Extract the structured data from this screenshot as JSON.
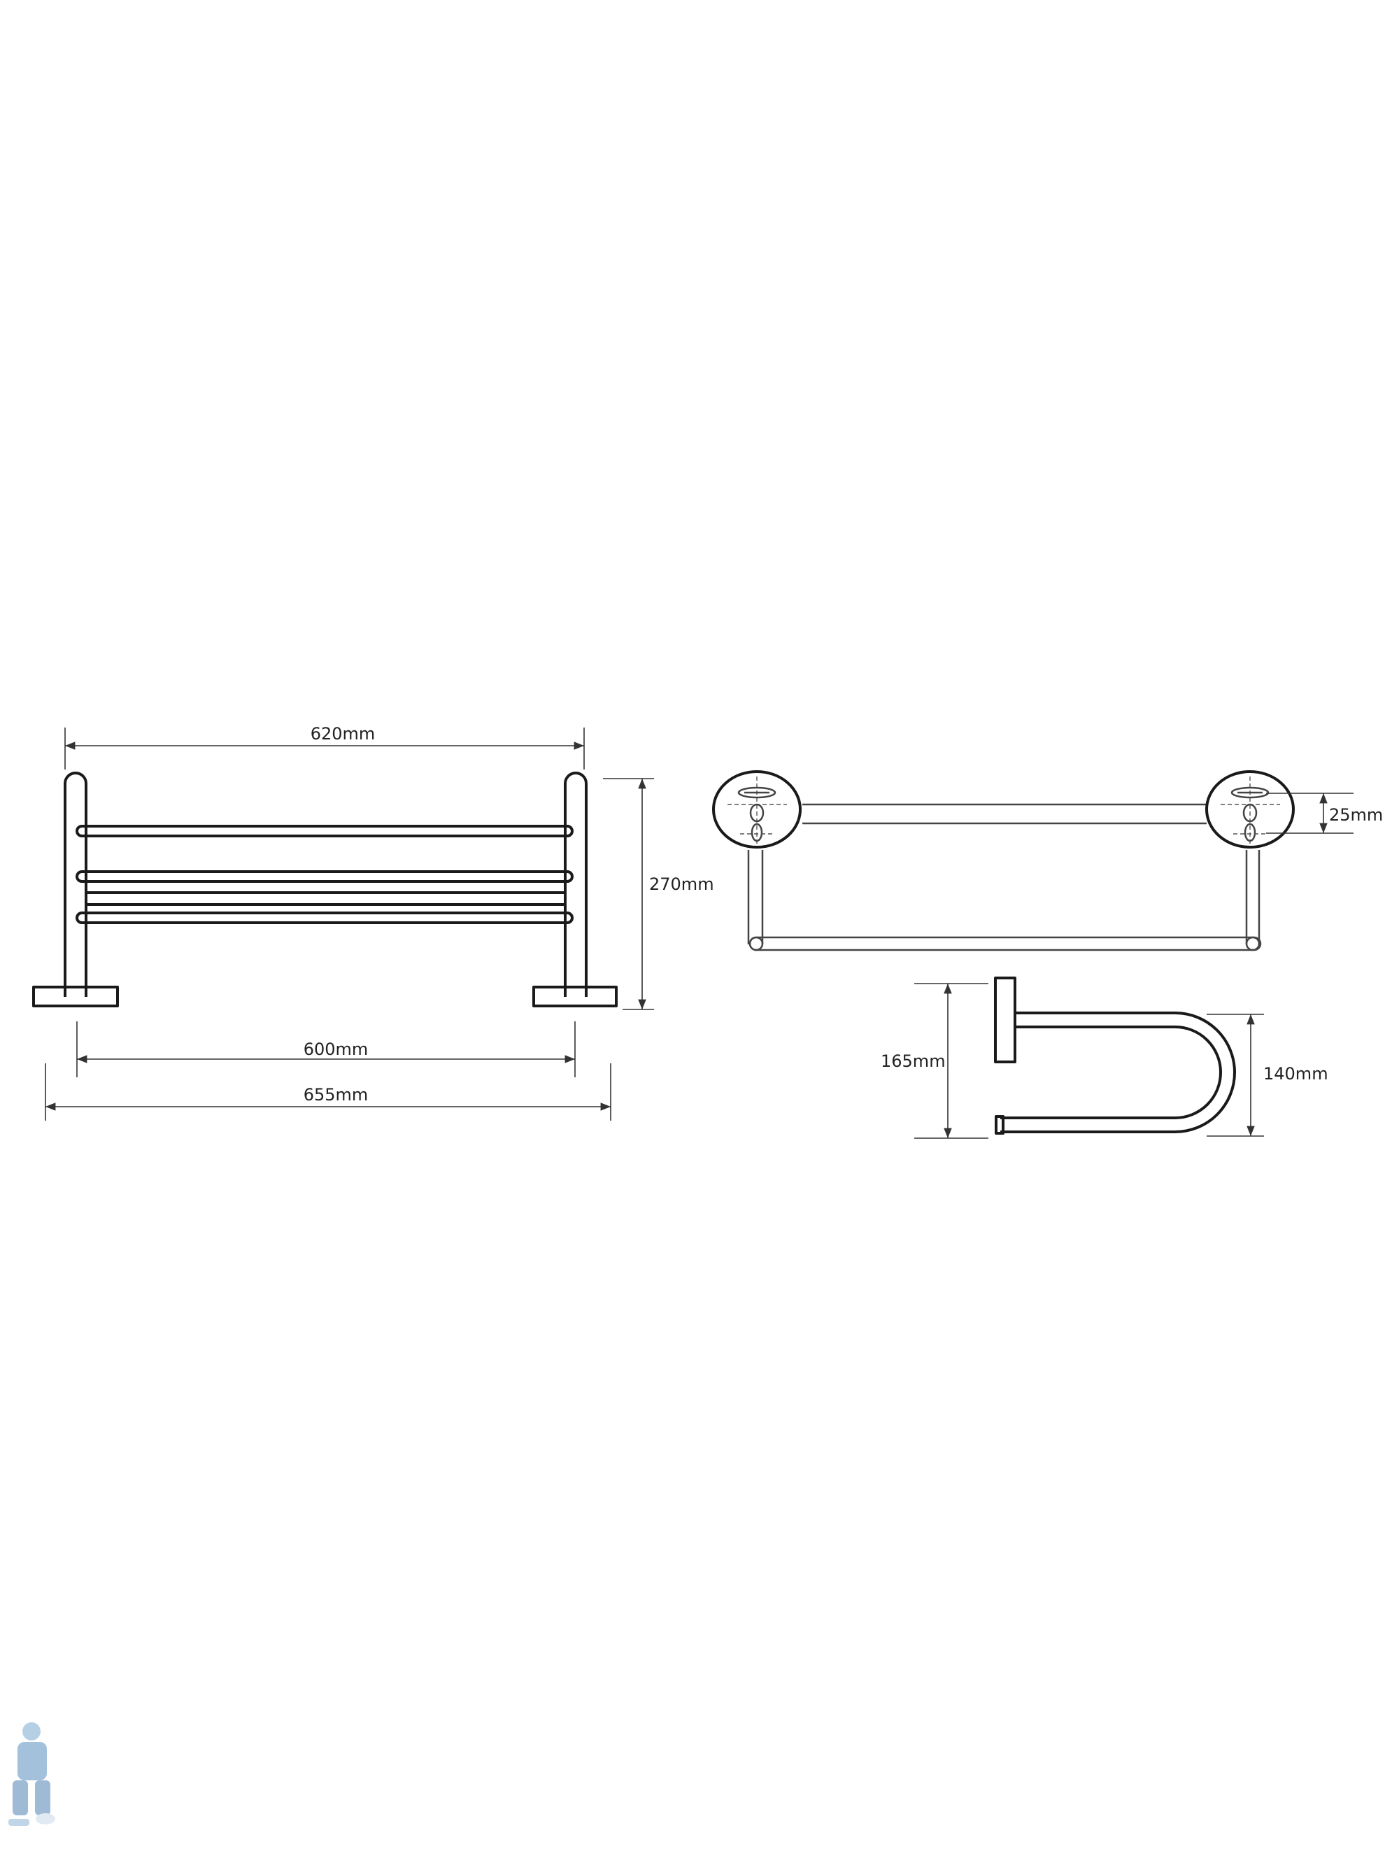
{
  "colors": {
    "line": "#1a1a1a",
    "dimension": "#333333",
    "background": "#ffffff"
  },
  "dimensions": {
    "front_width_top": "620mm",
    "front_height": "270mm",
    "front_width_inner": "600mm",
    "front_width_overall": "655mm",
    "top_plate_offset": "25mm",
    "side_depth": "165mm",
    "side_rail_height": "140mm"
  },
  "icons": {
    "watermark": "plumber-mascot-icon"
  }
}
